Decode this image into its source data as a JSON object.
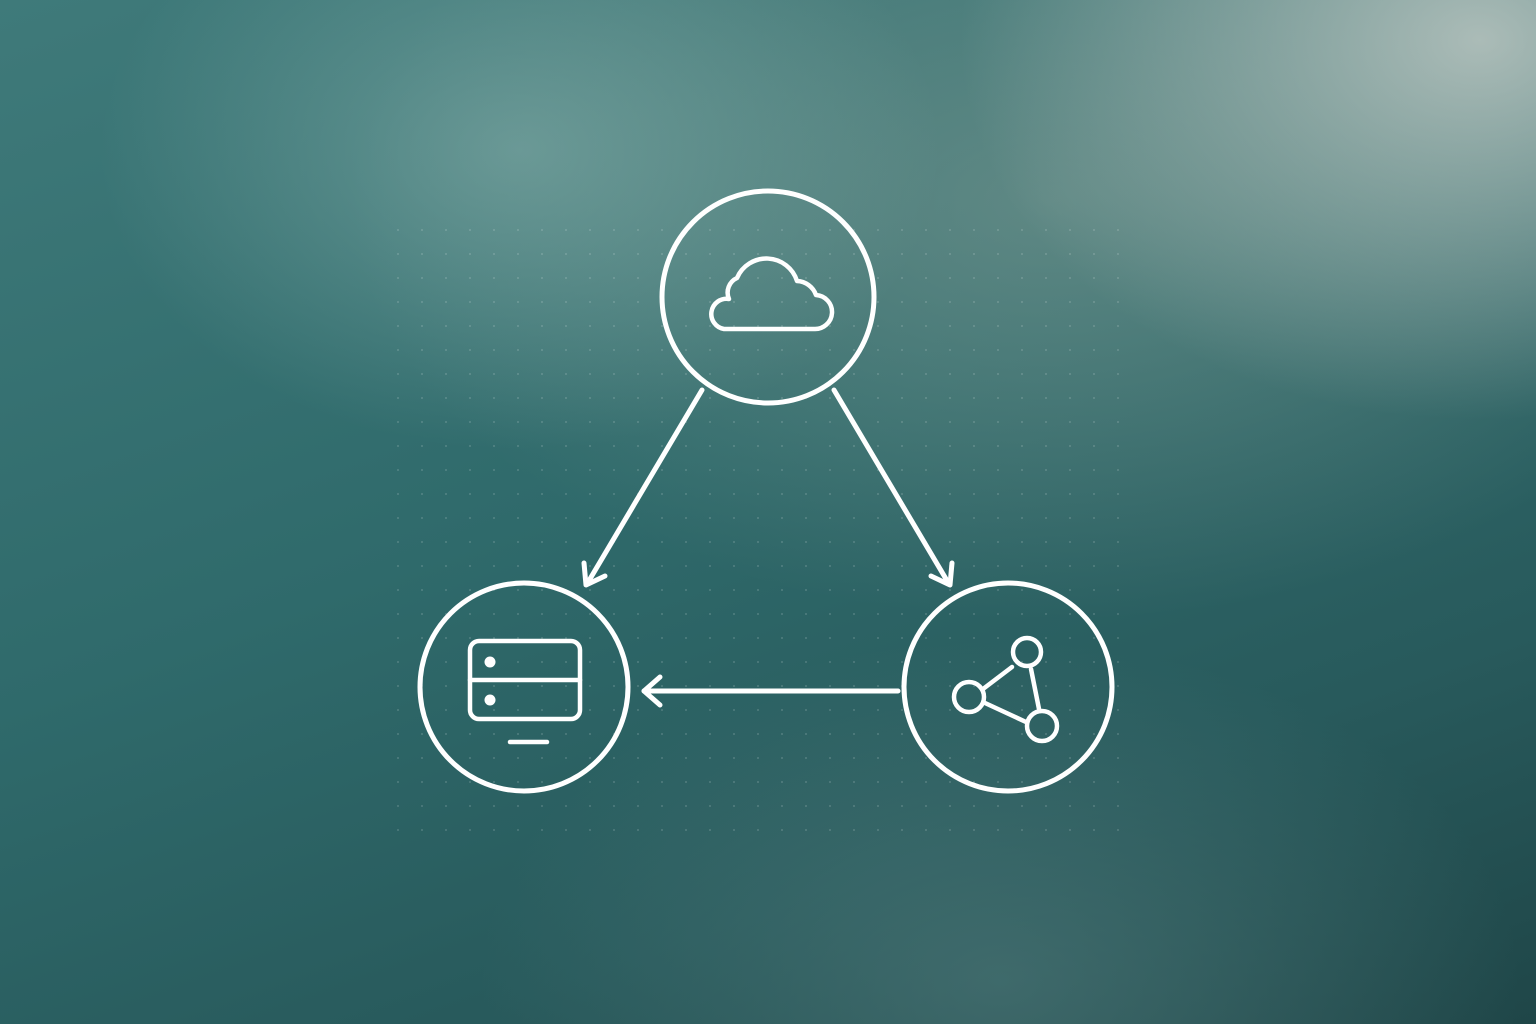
{
  "diagram": {
    "nodes": [
      {
        "id": "cloud",
        "icon": "cloud-icon"
      },
      {
        "id": "server",
        "icon": "server-icon"
      },
      {
        "id": "network",
        "icon": "network-share-icon"
      }
    ],
    "edges": [
      {
        "from": "cloud",
        "to": "server"
      },
      {
        "from": "cloud",
        "to": "network"
      },
      {
        "from": "network",
        "to": "server"
      }
    ]
  },
  "colors": {
    "line": "#ffffff",
    "background_dark": "#1f4648",
    "background_mid": "#2f6a6b",
    "background_light": "#bec8c3"
  }
}
